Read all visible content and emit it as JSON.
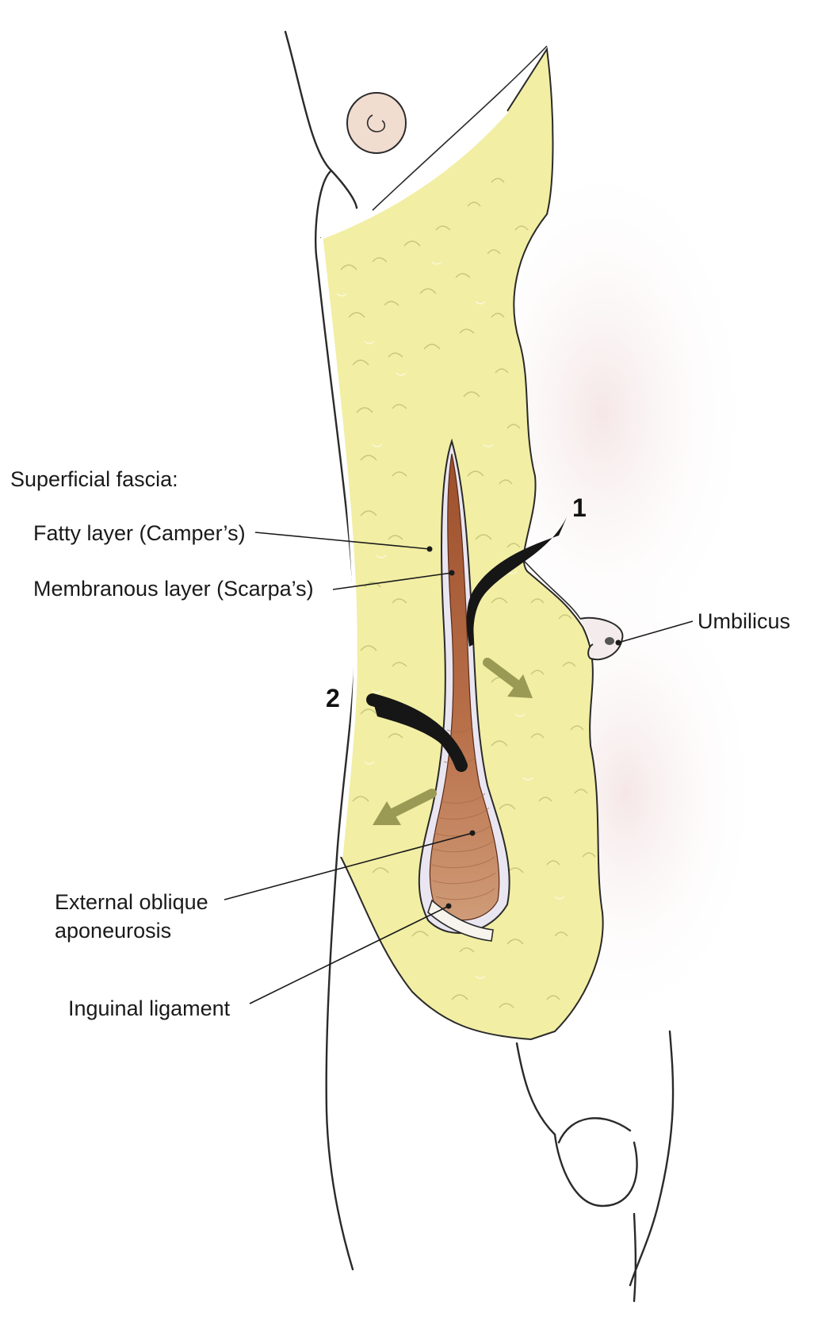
{
  "labels": {
    "superficial_fascia": "Superficial fascia:",
    "fatty_layer": "Fatty layer (Camper’s)",
    "membranous_layer": "Membranous layer (Scarpa’s)",
    "umbilicus": "Umbilicus",
    "external_oblique_line1": "External oblique",
    "external_oblique_line2": "aponeurosis",
    "inguinal_ligament": "Inguinal ligament"
  },
  "markers": {
    "incision_1": "1",
    "incision_2": "2"
  },
  "colors": {
    "fatty_layer": "#f2eea4",
    "membranous_layer": "#e9e6f2",
    "muscle": "#b5673e",
    "instrument": "#161616",
    "arrow": "#9a9a55",
    "skin_shadow": "#f3e6e6"
  }
}
